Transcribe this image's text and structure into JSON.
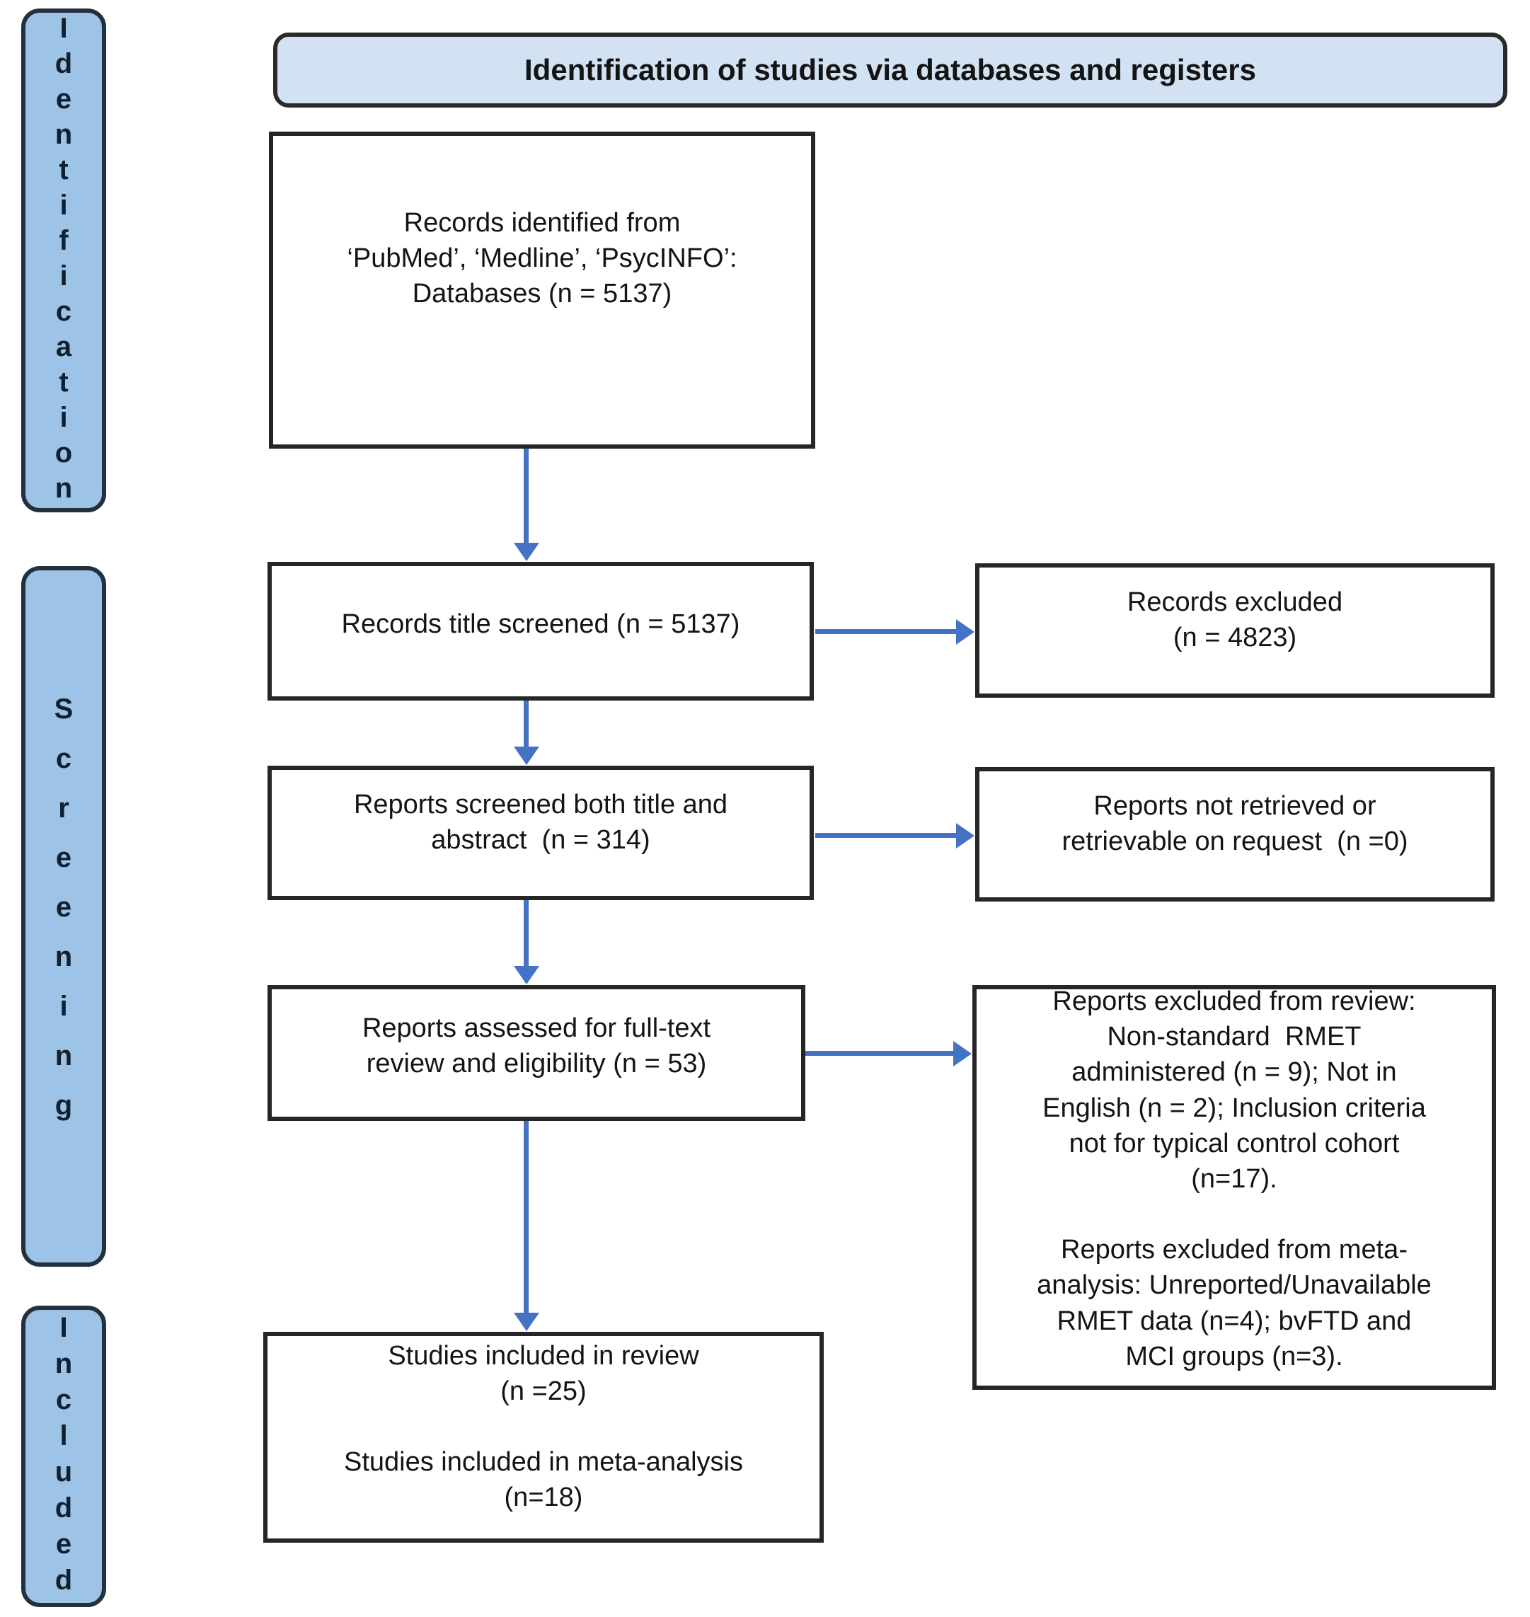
{
  "colors": {
    "banner_fill": "#d3e2f2",
    "pillar_fill": "#9dc3e6",
    "arrow": "#4472c4",
    "box_border": "#262626",
    "text": "#141414"
  },
  "banner": {
    "title": "Identification of studies via databases and registers"
  },
  "side_labels": {
    "identification": "Identification",
    "screening": "Screening",
    "included": "Included"
  },
  "boxes": {
    "records_identified": "Records identified from\n‘PubMed’, ‘Medline’, ‘PsycINFO’:\nDatabases (n = 5137)",
    "records_title_screened": "Records title screened (n = 5137)",
    "reports_screened": "Reports screened both title and\nabstract  (n = 314)",
    "reports_assessed": "Reports assessed for full-text\nreview and eligibility (n = 53)",
    "studies_included": "Studies included in review\n(n =25)\n\nStudies included in meta-analysis\n(n=18)",
    "records_excluded": "Records excluded\n(n = 4823)",
    "reports_not_retrieved": "Reports not retrieved or\nretrievable on request  (n =0)",
    "reports_excluded_reasons": "Reports excluded from review:\nNon-standard  RMET\nadministered (n = 9); Not in\nEnglish (n = 2); Inclusion criteria\nnot for typical control cohort\n(n=17).\n\nReports excluded from meta-\nanalysis: Unreported/Unavailable\nRMET data (n=4); bvFTD and\nMCI groups (n=3)."
  }
}
